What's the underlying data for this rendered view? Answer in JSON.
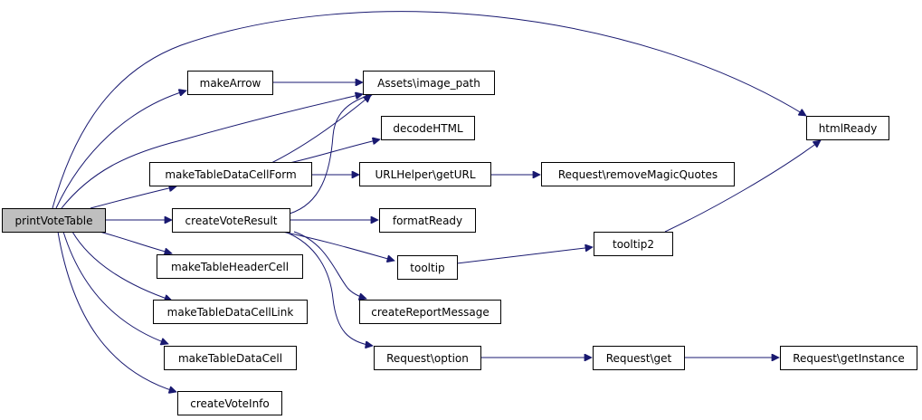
{
  "nodes": {
    "printVoteTable": "printVoteTable",
    "makeArrow": "makeArrow",
    "assetsImagePath": "Assets\\image_path",
    "decodeHTML": "decodeHTML",
    "makeTableDataCellForm": "makeTableDataCellForm",
    "urlHelperGetURL": "URLHelper\\getURL",
    "requestRemoveMagicQuotes": "Request\\removeMagicQuotes",
    "htmlReady": "htmlReady",
    "createVoteResult": "createVoteResult",
    "formatReady": "formatReady",
    "tooltip": "tooltip",
    "tooltip2": "tooltip2",
    "makeTableHeaderCell": "makeTableHeaderCell",
    "createReportMessage": "createReportMessage",
    "makeTableDataCellLink": "makeTableDataCellLink",
    "makeTableDataCell": "makeTableDataCell",
    "requestOption": "Request\\option",
    "requestGet": "Request\\get",
    "requestGetInstance": "Request\\getInstance",
    "createVoteInfo": "createVoteInfo"
  },
  "colors": {
    "edge": "#191970",
    "root_fill": "#bfbfbf",
    "node_fill": "#ffffff",
    "border": "#000000"
  },
  "edges": [
    [
      "printVoteTable",
      "makeArrow"
    ],
    [
      "printVoteTable",
      "assetsImagePath"
    ],
    [
      "printVoteTable",
      "htmlReady"
    ],
    [
      "printVoteTable",
      "makeTableDataCellForm"
    ],
    [
      "printVoteTable",
      "createVoteResult"
    ],
    [
      "printVoteTable",
      "makeTableHeaderCell"
    ],
    [
      "printVoteTable",
      "makeTableDataCellLink"
    ],
    [
      "printVoteTable",
      "makeTableDataCell"
    ],
    [
      "printVoteTable",
      "createVoteInfo"
    ],
    [
      "makeArrow",
      "assetsImagePath"
    ],
    [
      "makeTableDataCellForm",
      "assetsImagePath"
    ],
    [
      "makeTableDataCellForm",
      "decodeHTML"
    ],
    [
      "makeTableDataCellForm",
      "urlHelperGetURL"
    ],
    [
      "urlHelperGetURL",
      "requestRemoveMagicQuotes"
    ],
    [
      "createVoteResult",
      "assetsImagePath"
    ],
    [
      "createVoteResult",
      "formatReady"
    ],
    [
      "createVoteResult",
      "tooltip"
    ],
    [
      "createVoteResult",
      "createReportMessage"
    ],
    [
      "createVoteResult",
      "requestOption"
    ],
    [
      "tooltip",
      "tooltip2"
    ],
    [
      "tooltip2",
      "htmlReady"
    ],
    [
      "requestOption",
      "requestGet"
    ],
    [
      "requestGet",
      "requestGetInstance"
    ]
  ]
}
